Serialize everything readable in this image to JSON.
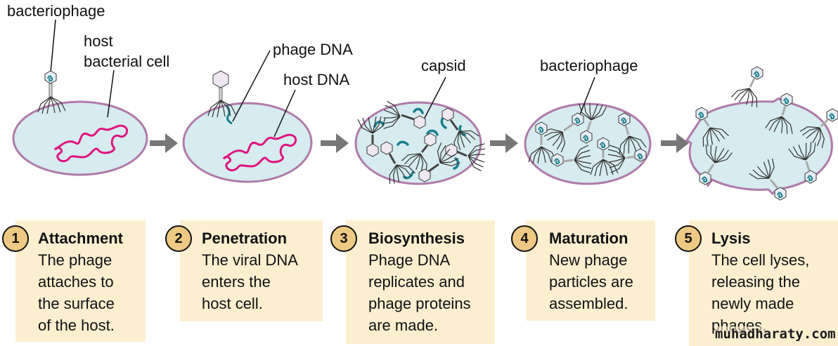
{
  "labels": {
    "bacteriophage_1": "bacteriophage",
    "host_cell_line1": "host",
    "host_cell_line2": "bacterial cell",
    "phage_dna": "phage DNA",
    "host_dna": "host DNA",
    "capsid": "capsid",
    "bacteriophage_4": "bacteriophage"
  },
  "steps": [
    {
      "number": "1",
      "title": "Attachment",
      "description": "The phage\nattaches to\nthe surface\nof the host."
    },
    {
      "number": "2",
      "title": "Penetration",
      "description": "The viral DNA\nenters the\nhost cell."
    },
    {
      "number": "3",
      "title": "Biosynthesis",
      "description": "Phage DNA\nreplicates and\nphage proteins\nare made."
    },
    {
      "number": "4",
      "title": "Maturation",
      "description": "New phage\nparticles are\nassembled."
    },
    {
      "number": "5",
      "title": "Lysis",
      "description": "The cell lyses,\nreleasing the\nnewly made\nphages."
    }
  ],
  "watermark": "muhadharaty.com",
  "colors": {
    "cell_fill": "#d6ecf0",
    "cell_stroke": "#b07aaa",
    "host_dna": "#e0147f",
    "phage_dna": "#1a7f8e",
    "arrow": "#777777",
    "step_box": "#fbefd0",
    "badge": "#edc983"
  }
}
